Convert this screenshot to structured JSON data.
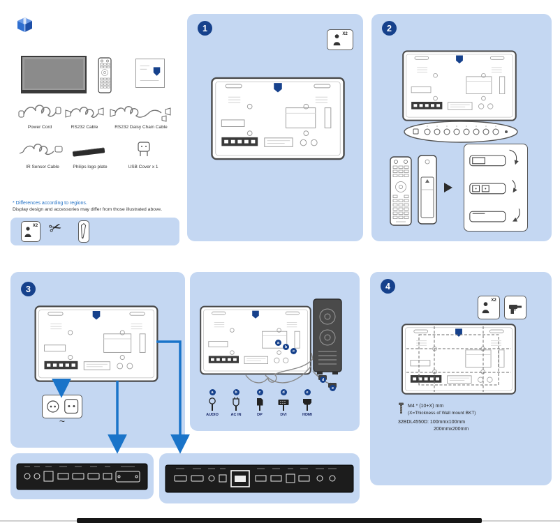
{
  "accessories": {
    "row1": [
      {
        "label": "Power Cord"
      },
      {
        "label": "RS232 Cable"
      },
      {
        "label": "RS232 Daisy Chain Cable"
      }
    ],
    "row2": [
      {
        "label": "IR Sensor Cable"
      },
      {
        "label": "Philips logo plate"
      },
      {
        "label": "USB Cover x 1"
      }
    ],
    "note_accent": "* Differences according to regions.",
    "note_plain": "Display design and accessories may differ from those illustrated above.",
    "tools_person_count": "X2"
  },
  "steps": {
    "one": {
      "number": "1",
      "person_count": "X2"
    },
    "two": {
      "number": "2"
    },
    "three": {
      "number": "3",
      "power_symbol": "~",
      "connectors": [
        {
          "key": "a",
          "label": "AUDIO"
        },
        {
          "key": "b",
          "label": "AC IN"
        },
        {
          "key": "c",
          "label": "DP"
        },
        {
          "key": "d",
          "label": "DVI"
        },
        {
          "key": "e",
          "label": "HDMI"
        }
      ]
    },
    "four": {
      "number": "4",
      "person_count": "X2",
      "screw_spec": "M4 * (10+X) mm",
      "screw_note": "(X=Thickness of Wall mount BKT)",
      "mount_line1": "32BDL4550D: 100mmx100mm",
      "mount_line2": "200mmx200mm"
    }
  },
  "colors": {
    "panel": "#c4d7f2",
    "badge": "#16418c",
    "accent": "#1f6fc4",
    "arrow": "#1a74c9"
  }
}
